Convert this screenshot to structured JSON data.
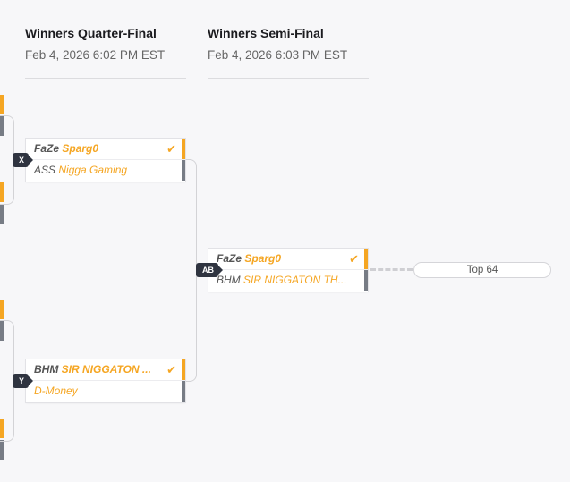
{
  "rounds": [
    {
      "title": "Winners Quarter-Final",
      "date": "Feb 4, 2026 6:02 PM EST"
    },
    {
      "title": "Winners Semi-Final",
      "date": "Feb 4, 2026 6:03 PM EST"
    }
  ],
  "matches": {
    "x": {
      "badge": "X",
      "top": {
        "tag": "FaZe",
        "name": "Sparg0",
        "winner": true
      },
      "bottom": {
        "tag": "ASS",
        "name": "Nigga Gaming",
        "winner": false
      }
    },
    "y": {
      "badge": "Y",
      "top": {
        "tag": "BHM",
        "name": "SIR NIGGATON ...",
        "winner": true
      },
      "bottom": {
        "tag": "",
        "name": "D-Money",
        "winner": false
      }
    },
    "ab": {
      "badge": "AB",
      "top": {
        "tag": "FaZe",
        "name": "Sparg0",
        "winner": true
      },
      "bottom": {
        "tag": "BHM",
        "name": "SIR NIGGATON TH...",
        "winner": false
      }
    }
  },
  "next_placeholder": "Top 64",
  "icons": {
    "check": "check-icon"
  },
  "colors": {
    "accent": "#f5a623",
    "loss_bar": "#777c85",
    "badge_bg": "#2f3440"
  }
}
